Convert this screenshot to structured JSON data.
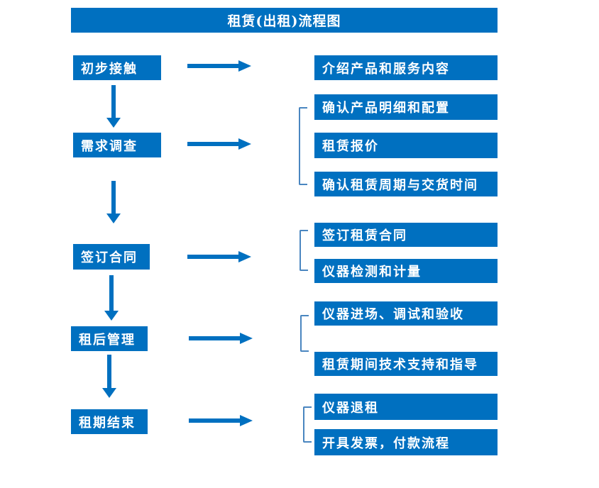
{
  "title": "租赁(出租)流程图",
  "colors": {
    "primary_blue": "#0070C0",
    "bracket_blue": "#4A86C0",
    "text_white": "#FFFFFF",
    "background": "#FFFFFF"
  },
  "stages": [
    "初步接触",
    "需求调查",
    "签订合同",
    "租后管理",
    "租期结束"
  ],
  "details": [
    "介绍产品和服务内容",
    "确认产品明细和配置",
    "租赁报价",
    "确认租赁周期与交货时间",
    "签订租赁合同",
    "仪器检测和计量",
    "仪器进场、调试和验收",
    "租赁期间技术支持和指导",
    "仪器退租",
    "开具发票，付款流程"
  ]
}
